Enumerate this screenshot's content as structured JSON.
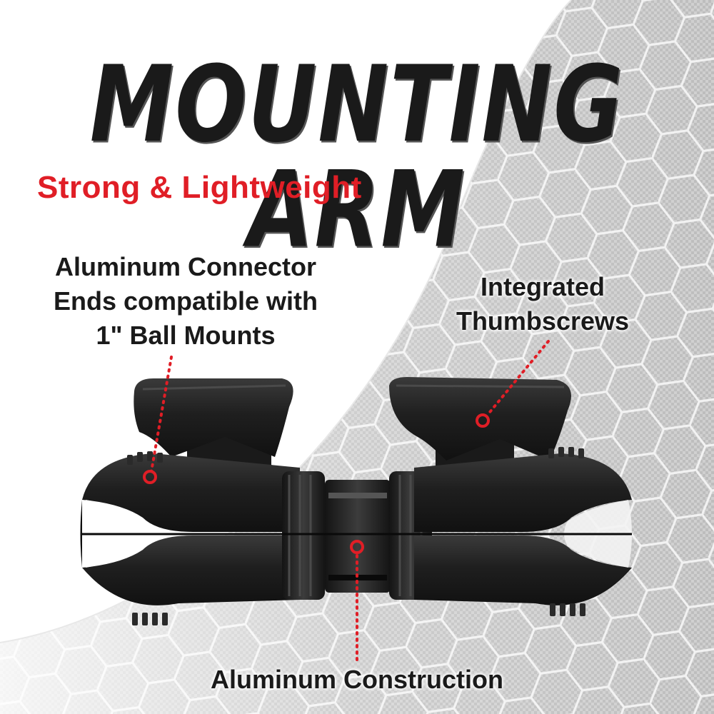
{
  "headline": "MOUNTING ARM",
  "subheadline": "Strong & Lightweight",
  "callouts": {
    "connector": [
      "Aluminum Connector",
      "Ends compatible with",
      "1\" Ball Mounts"
    ],
    "thumbscrews": [
      "Integrated",
      "Thumbscrews"
    ],
    "construction": "Aluminum Construction"
  },
  "colors": {
    "accent": "#e01e26",
    "text": "#1a1a1a",
    "product": "#1c1c1c",
    "background_pattern": "#d4d4d4"
  }
}
